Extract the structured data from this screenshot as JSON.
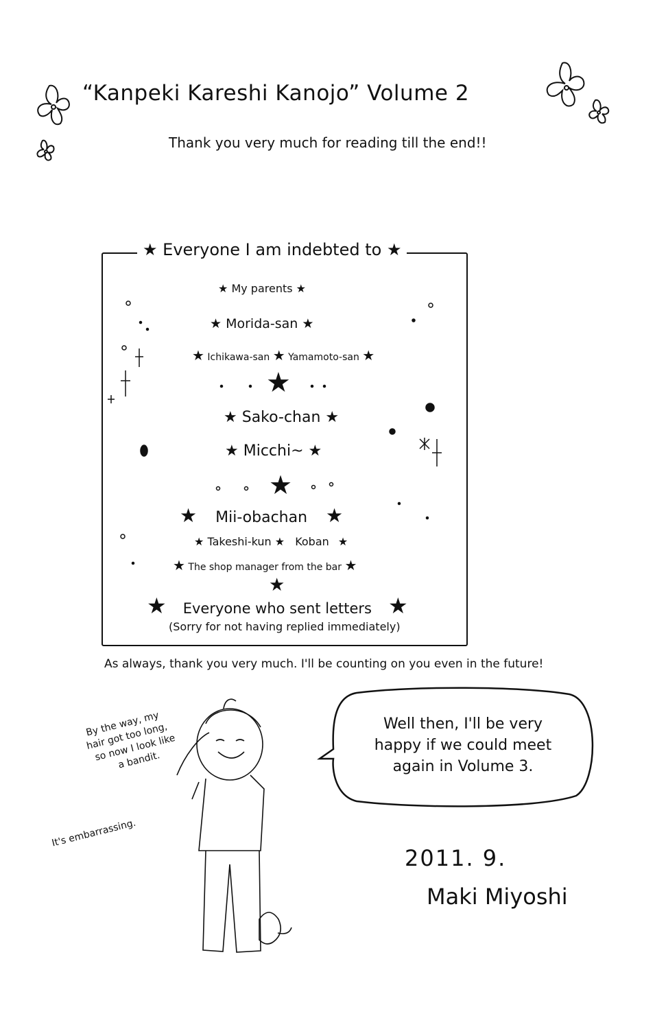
{
  "title": "“Kanpeki Kareshi Kanojo” Volume 2",
  "subtitle": "Thank you very much for reading till the end!!",
  "credits": {
    "header": "Everyone I am indebted to",
    "names": {
      "parents": "My parents",
      "morida": "Morida-san",
      "ichikawa": "Ichikawa-san",
      "yamamoto": "Yamamoto-san",
      "sako": "Sako-chan",
      "micchi": "Micchi~",
      "miiobachan": "Mii-obachan",
      "takeshi": "Takeshi-kun",
      "koban": "Koban",
      "shop_manager": "The shop manager from the bar",
      "letters": "Everyone who sent letters",
      "apology": "(Sorry for not having replied immediately)"
    }
  },
  "footer_thanks": "As always, thank you very much. I'll be counting on you even in the future!",
  "side_notes": {
    "hair_line1": "By the way, my",
    "hair_line2": "hair got too long,",
    "hair_line3": "so now I look like",
    "hair_line4": "a bandit.",
    "embarrassing": "It's embarrassing."
  },
  "speech_bubble": {
    "line1": "Well then, I'll be very",
    "line2": "happy if we could meet",
    "line3": "again in Volume 3."
  },
  "date": "2011. 9.",
  "signature": "Maki Miyoshi"
}
